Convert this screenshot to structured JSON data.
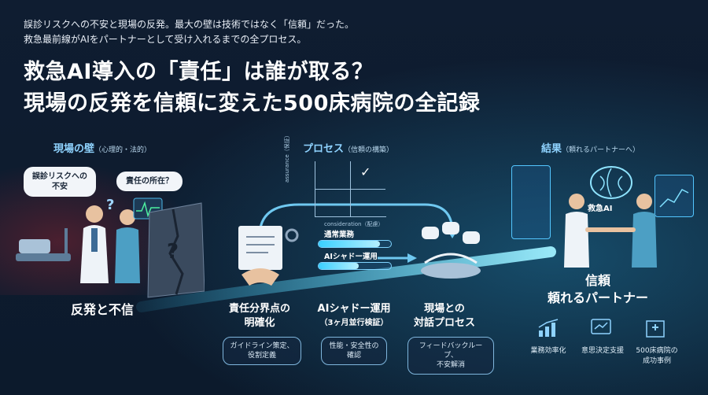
{
  "header": {
    "subtitle_line1": "誤診リスクへの不安と現場の反発。最大の壁は技術ではなく「信頼」だった。",
    "subtitle_line2": "救急最前線がAIをパートナーとして受け入れるまでの全プロセス。",
    "title_line1": "救急AI導入の「責任」は誰が取る？",
    "title_line2": "現場の反発を信頼に変えた500床病院の全記録"
  },
  "left": {
    "heading": "現場の壁",
    "heading_sub": "（心理的・法的）",
    "bubble1": "誤診リスクへの\n不安",
    "bubble2": "責任の所在？",
    "caption": "反発と不信"
  },
  "middle": {
    "heading": "プロセス",
    "heading_sub": "（信頼の構築）",
    "chart_y_label": "assurance（保証）",
    "chart_x_label": "consideration（配慮）",
    "bar1_label": "通常業務",
    "bar1_fill": 0.85,
    "bar2_label": "AIシャドー運用",
    "bar2_fill": 0.55,
    "step1_title_line1": "責任分界点の",
    "step1_title_line2": "明確化",
    "step1_pill": "ガイドライン策定、\n役割定義",
    "step2_title_line1": "AIシャドー運用",
    "step2_title_line2": "（3ヶ月並行検証）",
    "step2_pill": "性能・安全性の\n確認",
    "step3_title_line1": "現場との",
    "step3_title_line2": "対話プロセス",
    "step3_pill": "フィードバックループ、\n不安解消"
  },
  "right": {
    "heading": "結果",
    "heading_sub": "（頼れるパートナーへ）",
    "brain_label": "救急AI",
    "caption_line1": "信頼",
    "caption_line2": "頼れるパートナー",
    "icons": [
      {
        "name": "chart-up-icon",
        "label": "業務効率化"
      },
      {
        "name": "decision-icon",
        "label": "意思決定支援"
      },
      {
        "name": "hospital-icon",
        "label": "500床病院の\n成功事例"
      }
    ]
  },
  "colors": {
    "accent": "#8fd3ff",
    "glow": "#3ad0ff",
    "danger": "#d0343a",
    "bg": "#0d1b2e"
  }
}
